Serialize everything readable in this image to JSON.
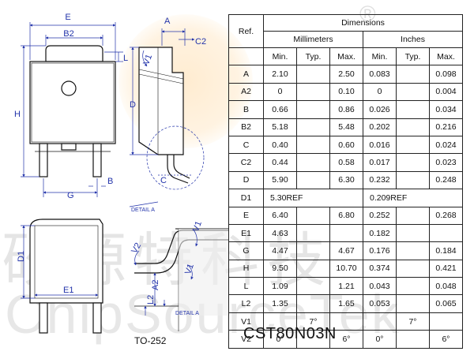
{
  "watermark": {
    "cn_text": "矽源特科技",
    "en_text": "ChipSourceTek",
    "reg_mark": "®"
  },
  "drawing": {
    "labels": {
      "E": "E",
      "B2": "B2",
      "L": "L",
      "H": "H",
      "G": "G",
      "B": "B",
      "A": "A",
      "C2": "C2",
      "V1": "V1",
      "D": "D",
      "C": "C",
      "detail_a": "DETAIL A",
      "detail_a2": "DETAIL A",
      "D1": "D1",
      "E1": "E1",
      "V2": "V2",
      "A2": "A2",
      "L2": "L2"
    },
    "package": "TO-252"
  },
  "table": {
    "ref_header": "Ref.",
    "dimensions_header": "Dimensions",
    "mm_header": "Millimeters",
    "in_header": "Inches",
    "sub_headers": [
      "Min.",
      "Typ.",
      "Max.",
      "Min.",
      "Typ.",
      "Max."
    ],
    "rows": [
      {
        "ref": "A",
        "cells": [
          "2.10",
          "",
          "2.50",
          "0.083",
          "",
          "0.098"
        ]
      },
      {
        "ref": "A2",
        "cells": [
          "0",
          "",
          "0.10",
          "0",
          "",
          "0.004"
        ]
      },
      {
        "ref": "B",
        "cells": [
          "0.66",
          "",
          "0.86",
          "0.026",
          "",
          "0.034"
        ]
      },
      {
        "ref": "B2",
        "cells": [
          "5.18",
          "",
          "5.48",
          "0.202",
          "",
          "0.216"
        ]
      },
      {
        "ref": "C",
        "cells": [
          "0.40",
          "",
          "0.60",
          "0.016",
          "",
          "0.024"
        ]
      },
      {
        "ref": "C2",
        "cells": [
          "0.44",
          "",
          "0.58",
          "0.017",
          "",
          "0.023"
        ]
      },
      {
        "ref": "D",
        "cells": [
          "5.90",
          "",
          "6.30",
          "0.232",
          "",
          "0.248"
        ]
      },
      {
        "ref": "D1",
        "cells": [
          "5.30REF",
          "0.209REF"
        ]
      },
      {
        "ref": "E",
        "cells": [
          "6.40",
          "",
          "6.80",
          "0.252",
          "",
          "0.268"
        ]
      },
      {
        "ref": "E1",
        "cells": [
          "4.63",
          "",
          "",
          "0.182",
          "",
          ""
        ]
      },
      {
        "ref": "G",
        "cells": [
          "4.47",
          "",
          "4.67",
          "0.176",
          "",
          "0.184"
        ]
      },
      {
        "ref": "H",
        "cells": [
          "9.50",
          "",
          "10.70",
          "0.374",
          "",
          "0.421"
        ]
      },
      {
        "ref": "L",
        "cells": [
          "1.09",
          "",
          "1.21",
          "0.043",
          "",
          "0.048"
        ]
      },
      {
        "ref": "L2",
        "cells": [
          "1.35",
          "",
          "1.65",
          "0.053",
          "",
          "0.065"
        ]
      },
      {
        "ref": "V1",
        "cells": [
          "",
          "7°",
          "",
          "",
          "7°",
          ""
        ]
      },
      {
        "ref": "V2",
        "cells": [
          "0°",
          "",
          "6°",
          "0°",
          "",
          "6°"
        ]
      }
    ]
  },
  "part_number": "CST80N03N"
}
